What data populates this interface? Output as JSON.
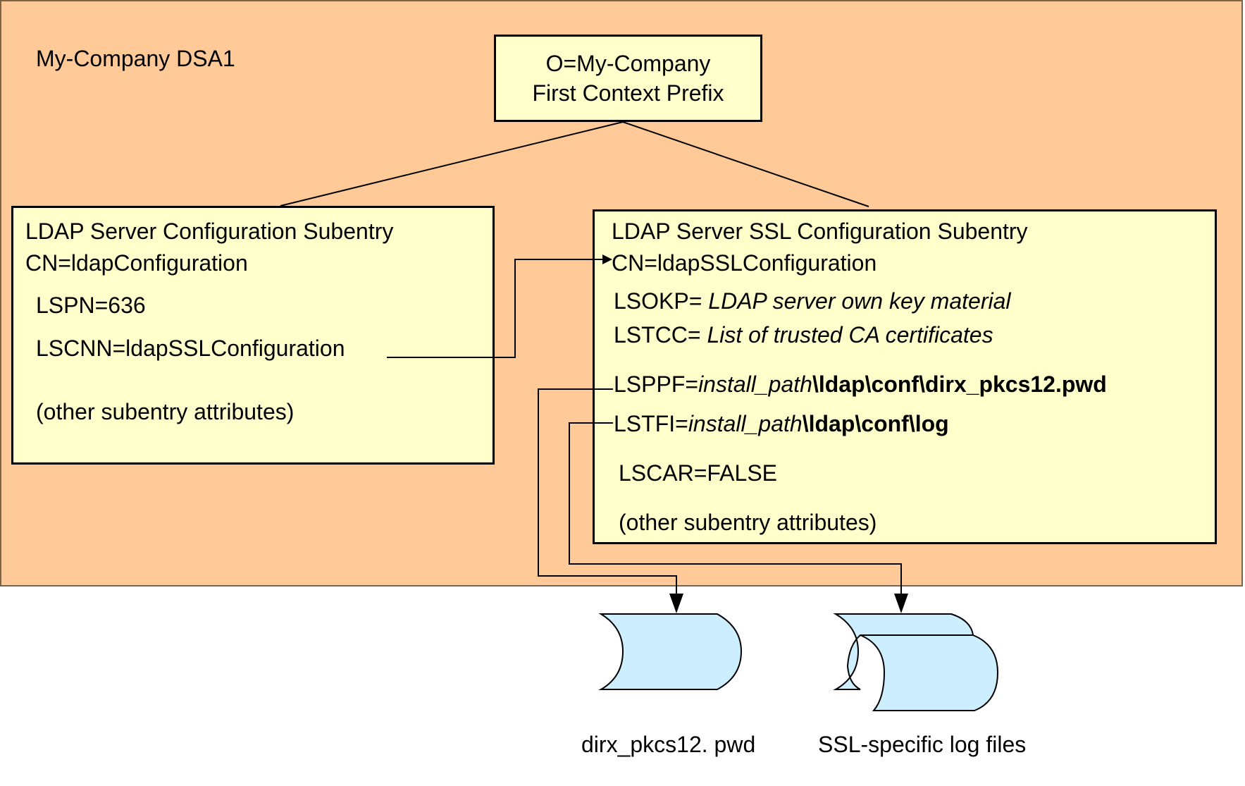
{
  "diagram": {
    "container_label": "My-Company DSA1",
    "colors": {
      "container_fill": "#ffca98",
      "box_fill": "#ffffcc",
      "file_fill": "#cceeff",
      "stroke": "#000000"
    },
    "root_node": {
      "line1": "O=My-Company",
      "line2": "First Context Prefix"
    },
    "ldap_config_subentry": {
      "title": "LDAP Server Configuration Subentry",
      "cn": "CN=ldapConfiguration",
      "attributes": [
        {
          "text": "LSPN=636"
        },
        {
          "text": "LSCNN=ldapSSLConfiguration"
        },
        {
          "text": "(other subentry attributes)"
        }
      ]
    },
    "ssl_config_subentry": {
      "title": "LDAP Server SSL Configuration Subentry",
      "cn": "CN=ldapSSLConfiguration",
      "lsokp": {
        "name": "LSOKP= ",
        "value": "LDAP server own key material"
      },
      "lstcc": {
        "name": "LSTCC= ",
        "value": "List of trusted CA certificates"
      },
      "lsppf": {
        "name": "LSPPF=",
        "var": "install_path",
        "path": "\\ldap\\conf\\dirx_pkcs12.pwd"
      },
      "lstfi": {
        "name": "LSTFI=",
        "var": "install_path",
        "path": "\\ldap\\conf\\log"
      },
      "lscar": "LSCAR=FALSE",
      "other": "(other subentry attributes)"
    },
    "files": [
      {
        "label": "dirx_pkcs12. pwd",
        "icon": "file-icon"
      },
      {
        "label": "SSL-specific log files",
        "icon": "stacked-files-icon"
      }
    ]
  }
}
